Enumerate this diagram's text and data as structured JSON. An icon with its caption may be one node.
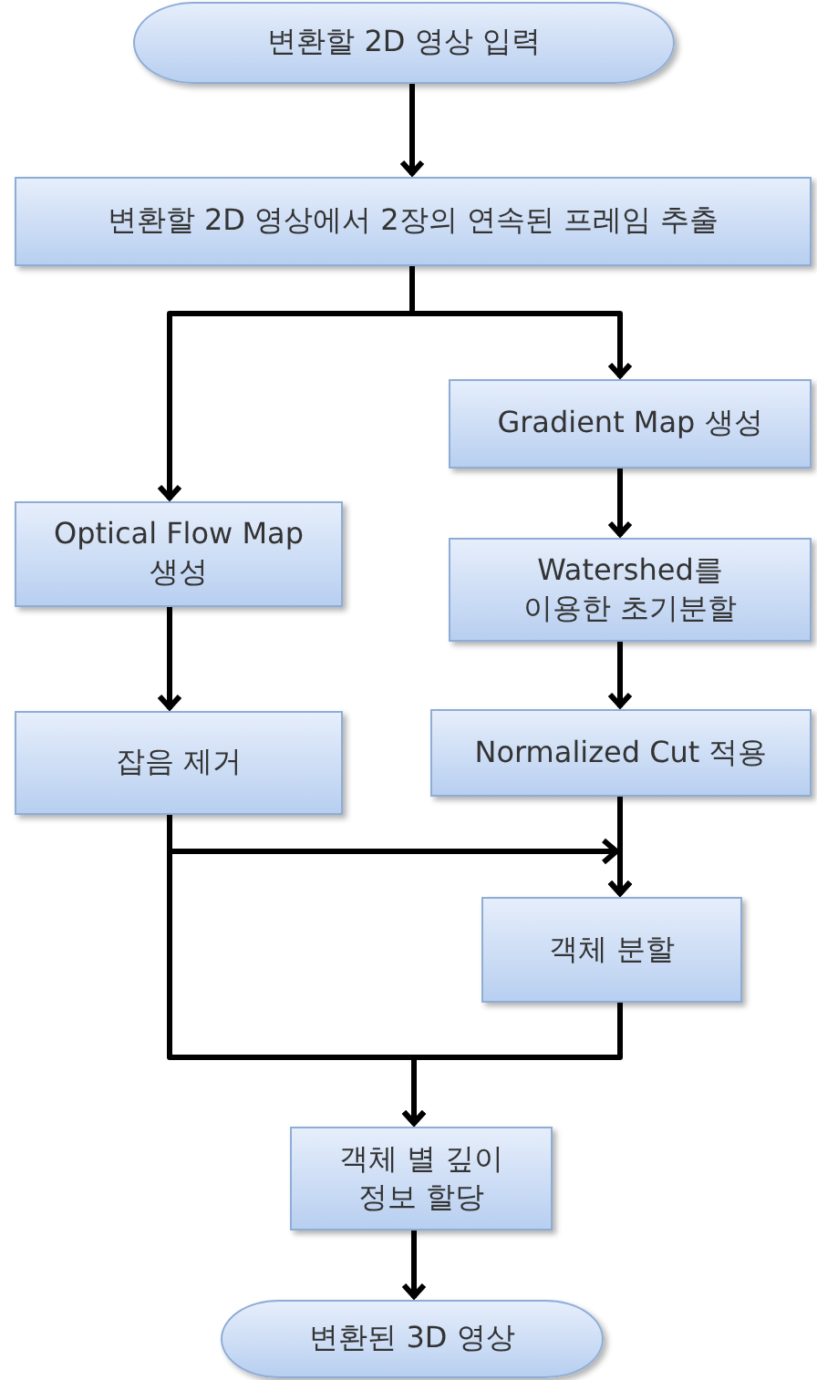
{
  "diagram": {
    "nodes": [
      {
        "text": [
          "변환할 2D 영상 입력"
        ]
      },
      {
        "text": [
          "변환할 2D 영상에서 2장의 연속된 프레임 추출"
        ]
      },
      {
        "text": [
          "Gradient Map 생성"
        ]
      },
      {
        "text": [
          "Optical Flow Map 생성"
        ]
      },
      {
        "text": [
          "Watershed를 이용한 초기분할"
        ]
      },
      {
        "text": [
          "잡음 제거"
        ]
      },
      {
        "text": [
          "Normalized Cut 적용"
        ]
      },
      {
        "text": [
          "객체 분할"
        ]
      },
      {
        "text": [
          "객체 별 깊이 정보 할당"
        ]
      },
      {
        "text": [
          "변환된 3D 영상"
        ]
      }
    ],
    "edges": [
      {
        "from": 0,
        "to": 1,
        "arrow": "to"
      },
      {
        "from": 1,
        "to": 2,
        "arrow": "to"
      },
      {
        "from": 1,
        "to": 3,
        "arrow": "to"
      },
      {
        "from": 2,
        "to": 4,
        "arrow": "to"
      },
      {
        "from": 3,
        "to": 5,
        "arrow": "to"
      },
      {
        "from": 4,
        "to": 6,
        "arrow": "to"
      },
      {
        "from": 5,
        "to": 7,
        "arrow": "to"
      },
      {
        "from": 6,
        "to": 7,
        "arrow": "to"
      },
      {
        "from": 5,
        "to": 8,
        "arrow": "to"
      },
      {
        "from": 7,
        "to": 8,
        "arrow": "to"
      },
      {
        "from": 8,
        "to": 9,
        "arrow": "to"
      }
    ]
  }
}
